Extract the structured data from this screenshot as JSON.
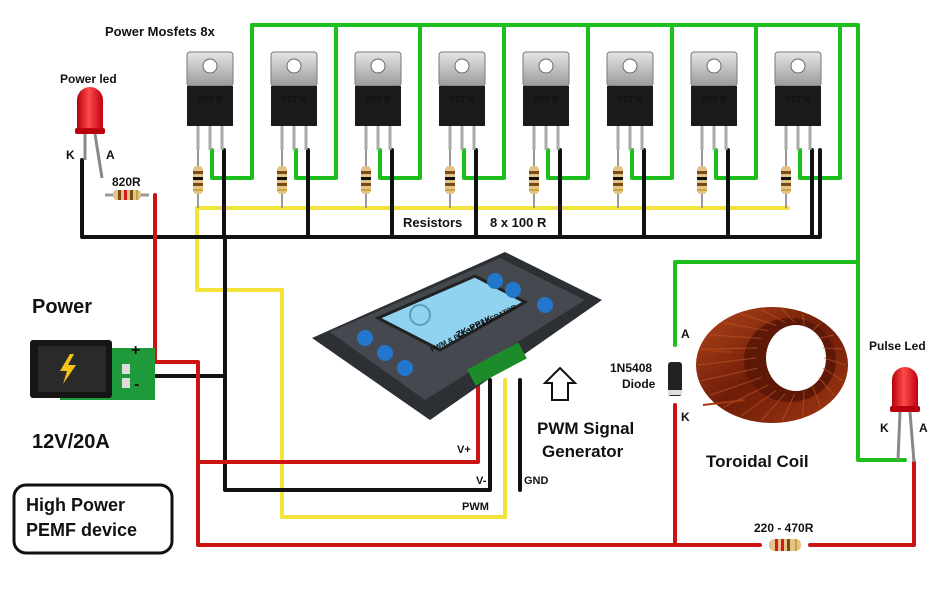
{
  "labels": {
    "mosfets_title": "Power Mosfets 8x",
    "power_led": "Power led",
    "led_k": "K",
    "led_a": "A",
    "r820": "820R",
    "resistors": "Resistors",
    "resistors_count": "8 x 100 R",
    "power": "Power",
    "plus": "+",
    "minus": "-",
    "supply_rating": "12V/20A",
    "device_line1": "High Power",
    "device_line2": "PEMF device",
    "vplus": "V+",
    "vminus": "V-",
    "gnd": "GND",
    "pwm": "PWM",
    "pwm_gen_line1": "PWM Signal",
    "pwm_gen_line2": "Generator",
    "diode_part": "1N5408",
    "diode_word": "Diode",
    "diode_a": "A",
    "diode_k": "K",
    "toroidal_coil": "Toroidal Coil",
    "pulse_led": "Pulse Led",
    "pulse_k": "K",
    "pulse_a": "A",
    "r_pulse": "220 - 470R",
    "module_text": "ZK-PP1K",
    "module_text2": "PWM & PULSE GENERATOR",
    "fet_marking": "FET N"
  },
  "colors": {
    "wire_green": "#1dbf1d",
    "wire_red": "#cc1414",
    "wire_black": "#111111",
    "wire_yellow": "#f2e23a",
    "led_red": "#e8141c",
    "coil_copper": "#8a2a10",
    "module_body": "#3b3f44",
    "lcd": "#8fd3f0",
    "jack_pcb": "#1f9a3a"
  },
  "mosfet_count": 8,
  "icons": [
    "mosfet-icon",
    "led-icon",
    "resistor-icon",
    "diode-icon",
    "coil-icon",
    "dc-jack-icon",
    "pwm-module-icon",
    "up-arrow-icon"
  ]
}
